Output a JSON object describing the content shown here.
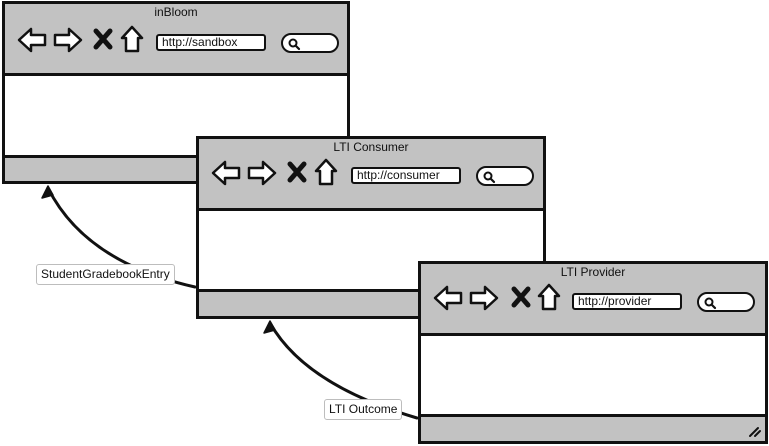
{
  "windows": [
    {
      "id": "inbloom",
      "title": "inBloom",
      "url": "http://sandbox"
    },
    {
      "id": "lti-consumer",
      "title": "LTI Consumer",
      "url": "http://consumer"
    },
    {
      "id": "lti-provider",
      "title": "LTI Provider",
      "url": "http://provider"
    }
  ],
  "edges": [
    {
      "label": "StudentGradebookEntry",
      "from": "LTI Consumer",
      "to": "inBloom"
    },
    {
      "label": "LTI Outcome",
      "from": "LTI Provider",
      "to": "LTI Consumer"
    }
  ],
  "icons": {
    "back": "back-arrow-icon",
    "forward": "forward-arrow-icon",
    "stop": "stop-x-icon",
    "home": "home-icon",
    "search": "magnifier-icon",
    "resize": "resize-grip-icon"
  },
  "colors": {
    "chrome": "#c2c2c2",
    "outline": "#111111",
    "content": "#ffffff"
  }
}
